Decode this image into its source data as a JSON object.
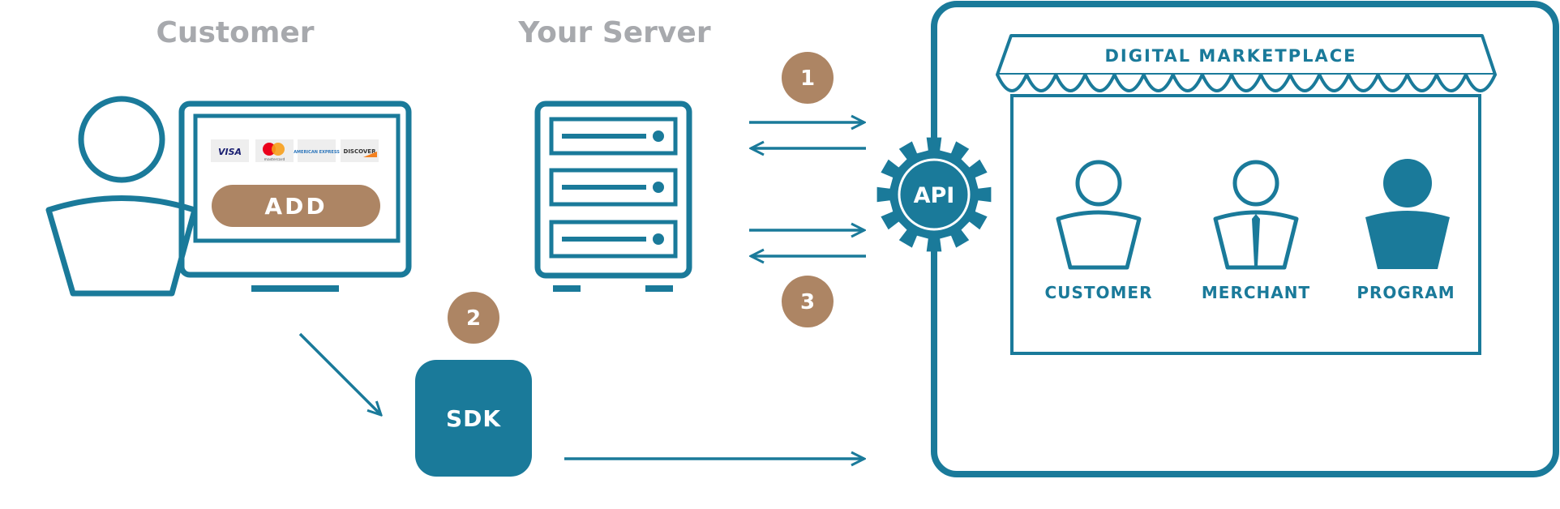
{
  "titles": {
    "customer": "Customer",
    "server": "Your Server"
  },
  "steps": [
    "1",
    "2",
    "3"
  ],
  "payment": {
    "button_label": "ADD",
    "cards": [
      {
        "name": "visa-card-icon",
        "text": "VISA",
        "color": "#1a1f71"
      },
      {
        "name": "mastercard-card-icon",
        "text": "mastercard",
        "color": "#555555"
      },
      {
        "name": "amex-card-icon",
        "text": "AMERICAN EXPRESS",
        "color": "#2e77bc"
      },
      {
        "name": "discover-card-icon",
        "text": "DISCOVER",
        "color": "#333333"
      }
    ]
  },
  "sdk_label": "SDK",
  "api_label": "API",
  "marketplace": {
    "title": "DIGITAL MARKETPLACE",
    "roles": [
      "CUSTOMER",
      "MERCHANT",
      "PROGRAM"
    ]
  },
  "colors": {
    "primary": "#1a7a9a",
    "accent": "#ad8564",
    "muted": "#a7a9ad"
  }
}
